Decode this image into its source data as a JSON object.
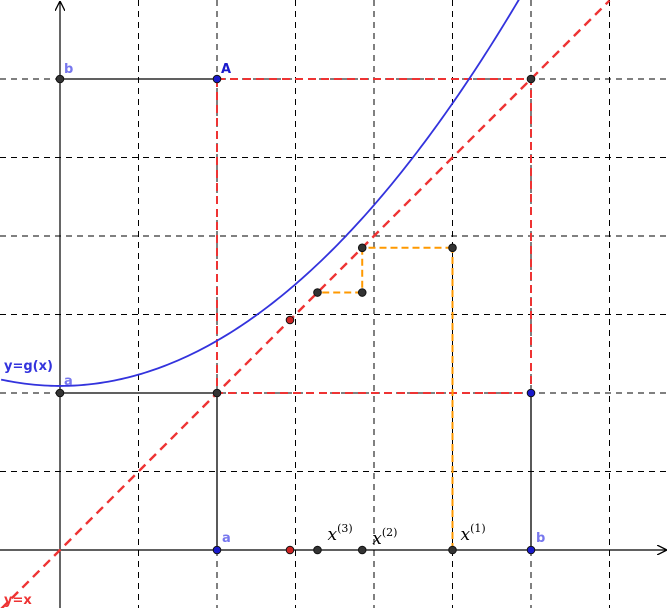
{
  "colors": {
    "grid": "#000000",
    "axis": "#000000",
    "curve": "#3333dd",
    "diagonal": "#ee3333",
    "box": "#ee3333",
    "cobweb": "#ff9900",
    "label_blue": "#7777ee",
    "label_a_cap": "#1a1acc",
    "label_red": "#ee3333",
    "point_fill": "#333333",
    "point_blue_fill": "#1a1acc",
    "fixed_point_fill": "#cc2222"
  },
  "labels": {
    "curve": "y=g(x)",
    "diagonal": "y=x",
    "corner_A": "A",
    "y_axis_b": "b",
    "y_axis_a": "a",
    "x_axis_a": "a",
    "x_axis_b": "b",
    "x1_base": "x",
    "x1_sup": "(1)",
    "x2_base": "x",
    "x2_sup": "(2)",
    "x3_base": "x",
    "x3_sup": "(3)"
  },
  "math": {
    "a": 2,
    "b": 6,
    "x1": 5,
    "x2": 3.85,
    "x3": 3.28,
    "fixed_point": 2.93,
    "g_formula": "0.144x^2 + 2.09",
    "x_range": [
      -0.75,
      7.75
    ],
    "y_range": [
      -0.75,
      7.0
    ],
    "grid_step": 1
  }
}
